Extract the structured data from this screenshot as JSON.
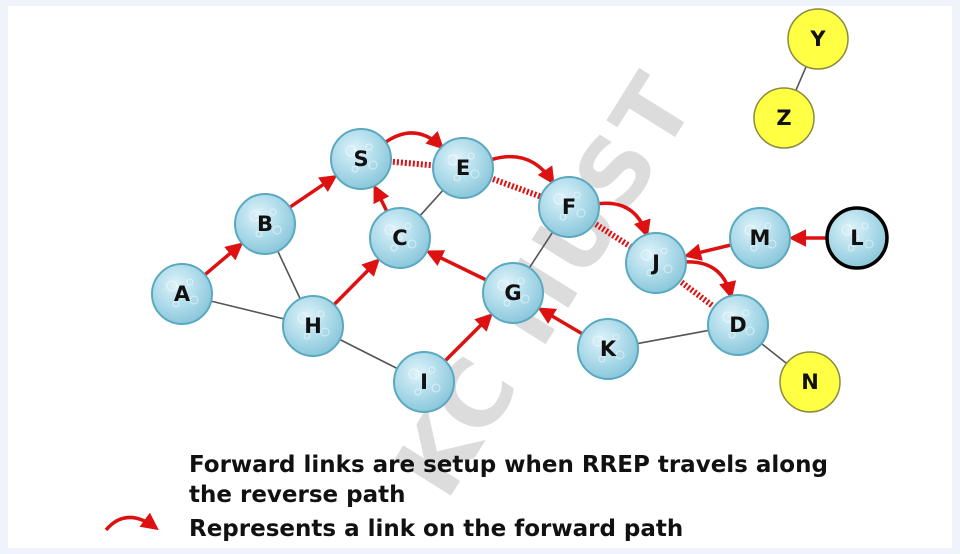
{
  "diagram": {
    "nodes": [
      {
        "id": "S",
        "label": "S",
        "type": "node"
      },
      {
        "id": "E",
        "label": "E",
        "type": "node"
      },
      {
        "id": "B",
        "label": "B",
        "type": "node"
      },
      {
        "id": "C",
        "label": "C",
        "type": "node"
      },
      {
        "id": "F",
        "label": "F",
        "type": "node"
      },
      {
        "id": "A",
        "label": "A",
        "type": "node"
      },
      {
        "id": "H",
        "label": "H",
        "type": "node"
      },
      {
        "id": "G",
        "label": "G",
        "type": "node"
      },
      {
        "id": "I",
        "label": "I",
        "type": "node"
      },
      {
        "id": "J",
        "label": "J",
        "type": "node"
      },
      {
        "id": "M",
        "label": "M",
        "type": "node"
      },
      {
        "id": "L",
        "label": "L",
        "type": "node-destination"
      },
      {
        "id": "K",
        "label": "K",
        "type": "node"
      },
      {
        "id": "D",
        "label": "D",
        "type": "node"
      },
      {
        "id": "N",
        "label": "N",
        "type": "node-isolated"
      },
      {
        "id": "Y",
        "label": "Y",
        "type": "node-isolated"
      },
      {
        "id": "Z",
        "label": "Z",
        "type": "node-isolated"
      }
    ],
    "links": [
      [
        "A",
        "H"
      ],
      [
        "B",
        "H"
      ],
      [
        "H",
        "I"
      ],
      [
        "C",
        "E"
      ],
      [
        "F",
        "G"
      ],
      [
        "K",
        "D"
      ],
      [
        "D",
        "N"
      ],
      [
        "Y",
        "Z"
      ]
    ],
    "reverse_links": [
      [
        "S",
        "E"
      ],
      [
        "E",
        "F"
      ],
      [
        "F",
        "J"
      ],
      [
        "J",
        "D"
      ]
    ],
    "forward_arrows": [
      [
        "A",
        "B"
      ],
      [
        "B",
        "S"
      ],
      [
        "C",
        "S"
      ],
      [
        "H",
        "C"
      ],
      [
        "G",
        "C"
      ],
      [
        "I",
        "G"
      ],
      [
        "K",
        "G"
      ],
      [
        "S",
        "E"
      ],
      [
        "E",
        "F"
      ],
      [
        "F",
        "J"
      ],
      [
        "M",
        "J"
      ],
      [
        "L",
        "M"
      ],
      [
        "J",
        "D"
      ]
    ],
    "colors": {
      "forward": "#dd1111",
      "reverse_hatch": "#dd1111",
      "link": "#555555",
      "node_fill": "#a8d8e8",
      "node_stroke": "#5aa9c0",
      "isolated_fill": "#ffff44",
      "isolated_stroke": "#8a8a40",
      "destination_stroke": "#000000"
    }
  },
  "caption": {
    "line1": "Forward links are setup when RREP travels along",
    "line2": "the reverse path"
  },
  "legend": {
    "text": "Represents a link on the forward path"
  },
  "watermark": {
    "text": "KC HUST"
  }
}
